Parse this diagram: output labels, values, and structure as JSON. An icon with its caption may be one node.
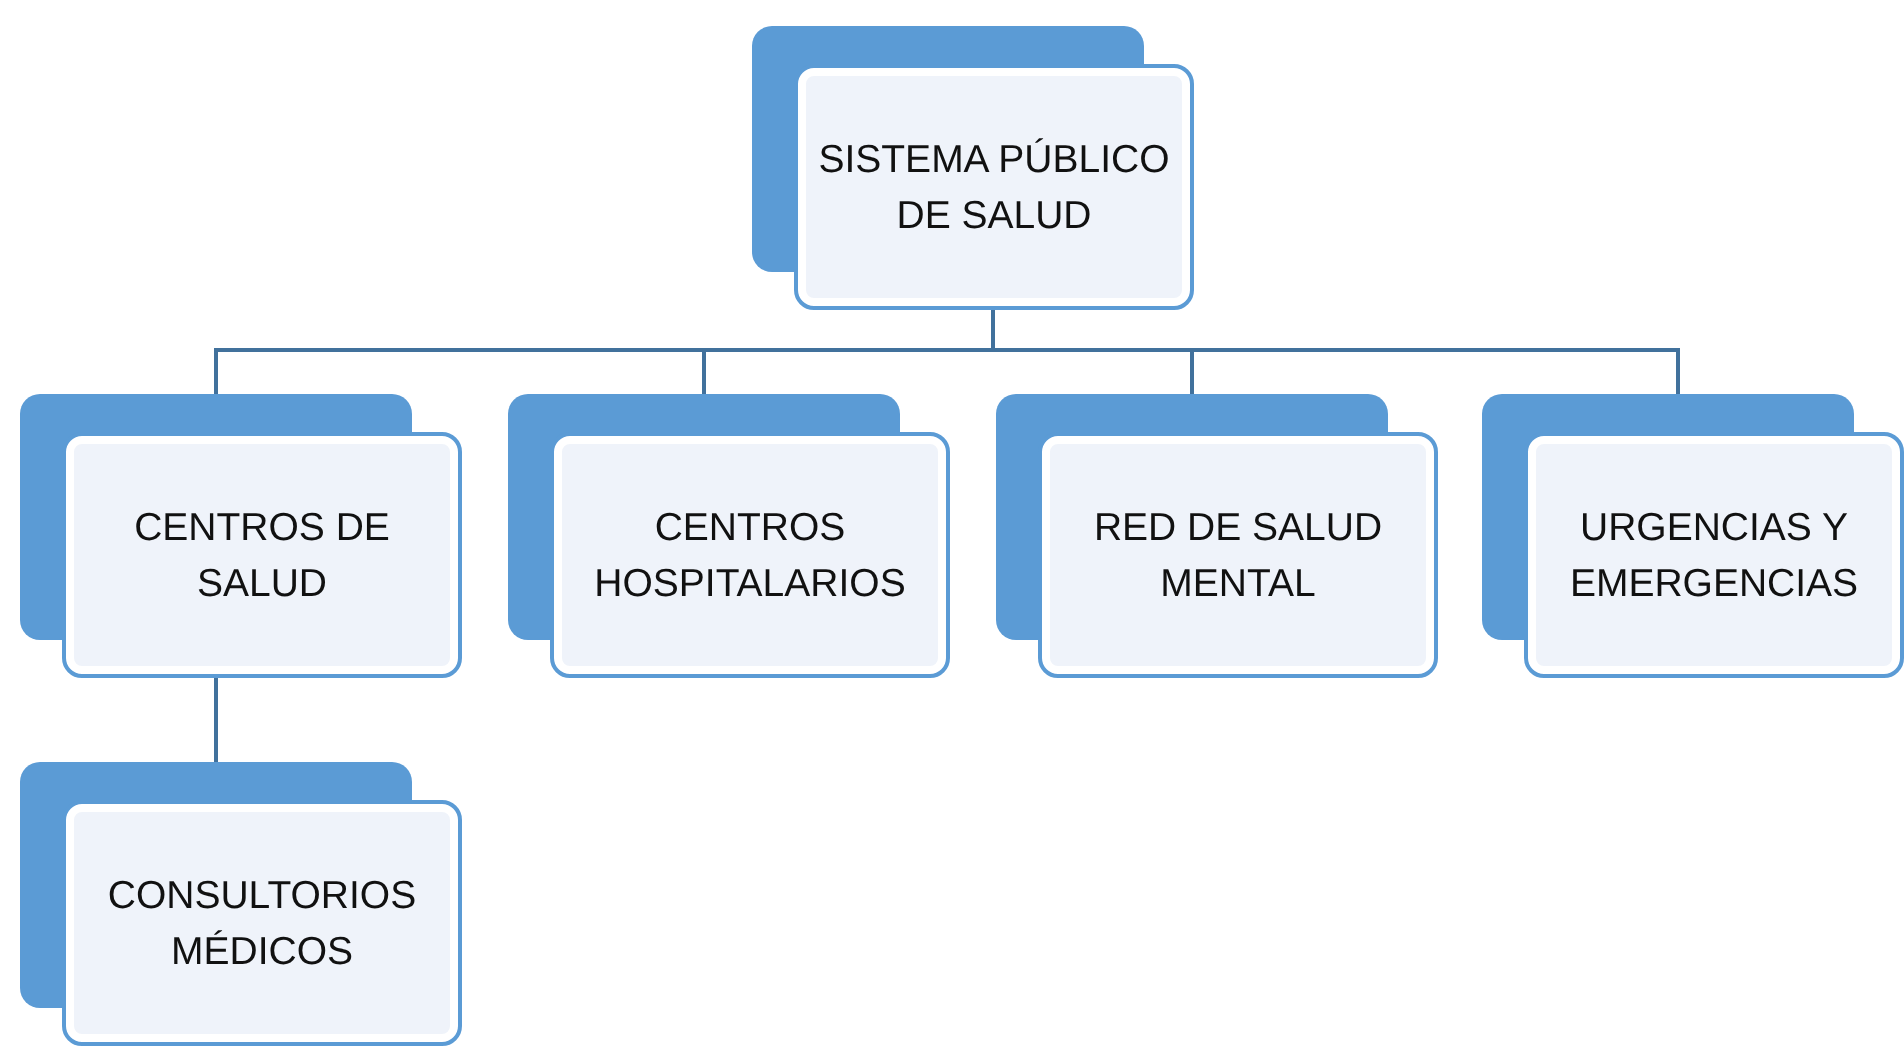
{
  "diagram": {
    "nodes": [
      {
        "text": [
          "SISTEMA PÚBLICO DE SALUD"
        ]
      },
      {
        "text": [
          "CENTROS DE SALUD"
        ]
      },
      {
        "text": [
          "CENTROS HOSPITALARIOS"
        ]
      },
      {
        "text": [
          "RED DE SALUD MENTAL"
        ]
      },
      {
        "text": [
          "URGENCIAS Y EMERGENCIAS"
        ]
      },
      {
        "text": [
          "CONSULTORIOS MÉDICOS"
        ]
      }
    ],
    "edges": [
      {
        "from": 0,
        "to": 1,
        "arrow": "none"
      },
      {
        "from": 0,
        "to": 2,
        "arrow": "none"
      },
      {
        "from": 0,
        "to": 3,
        "arrow": "none"
      },
      {
        "from": 0,
        "to": 4,
        "arrow": "none"
      },
      {
        "from": 1,
        "to": 5,
        "arrow": "none"
      }
    ]
  }
}
